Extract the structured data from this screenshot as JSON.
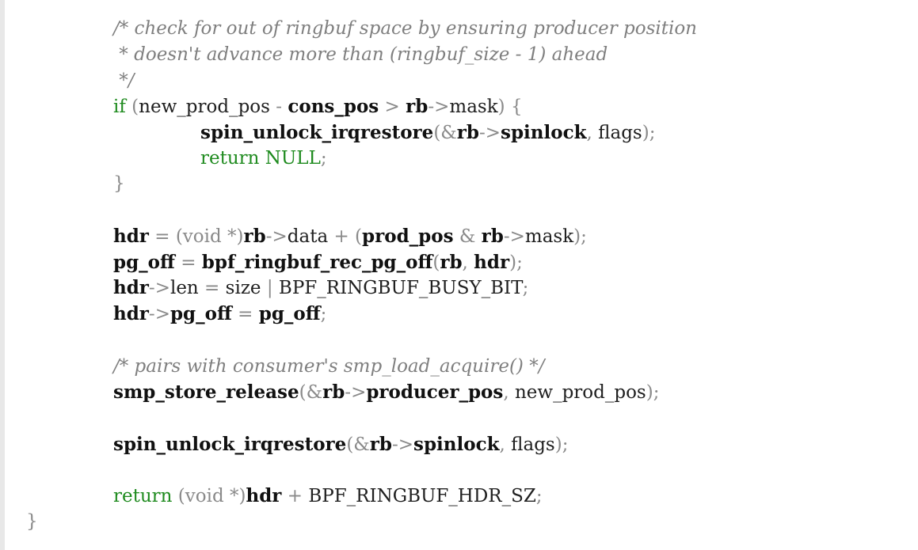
{
  "editor": {
    "code_lines": [
      {
        "id": "l1",
        "tokens": [
          {
            "t": "/* check for out of ringbuf space by ensuring producer position",
            "c": "cm"
          }
        ]
      },
      {
        "id": "l2",
        "tokens": [
          {
            "t": " * doesn't advance more than (ringbuf_size - 1) ahead",
            "c": "cm"
          }
        ]
      },
      {
        "id": "l3",
        "tokens": [
          {
            "t": " */",
            "c": "cm"
          }
        ]
      },
      {
        "id": "l4",
        "tokens": [
          {
            "t": "if",
            "c": "kw"
          },
          {
            "t": " (",
            "c": "op"
          },
          {
            "t": "new_prod_pos",
            "c": "id"
          },
          {
            "t": " - ",
            "c": "op"
          },
          {
            "t": "cons_pos",
            "c": "bd"
          },
          {
            "t": " > ",
            "c": "op"
          },
          {
            "t": "rb",
            "c": "bd"
          },
          {
            "t": "->",
            "c": "op"
          },
          {
            "t": "mask",
            "c": "id"
          },
          {
            "t": ") {",
            "c": "op"
          }
        ]
      },
      {
        "id": "l5",
        "tokens": [
          {
            "t": "spin_unlock_irqrestore",
            "c": "bd"
          },
          {
            "t": "(&",
            "c": "op"
          },
          {
            "t": "rb",
            "c": "bd"
          },
          {
            "t": "->",
            "c": "op"
          },
          {
            "t": "spinlock",
            "c": "bd"
          },
          {
            "t": ", ",
            "c": "op"
          },
          {
            "t": "flags",
            "c": "id"
          },
          {
            "t": ");",
            "c": "op"
          }
        ]
      },
      {
        "id": "l6",
        "tokens": [
          {
            "t": "return",
            "c": "kw"
          },
          {
            "t": " NULL",
            "c": "kw"
          },
          {
            "t": ";",
            "c": "op"
          }
        ]
      },
      {
        "id": "l7",
        "tokens": [
          {
            "t": "}",
            "c": "op"
          }
        ]
      },
      {
        "id": "l8",
        "tokens": [
          {
            "t": "hdr",
            "c": "bd"
          },
          {
            "t": " = (",
            "c": "op"
          },
          {
            "t": "void",
            "c": "op"
          },
          {
            "t": " *)",
            "c": "op"
          },
          {
            "t": "rb",
            "c": "bd"
          },
          {
            "t": "->",
            "c": "op"
          },
          {
            "t": "data",
            "c": "id"
          },
          {
            "t": " + (",
            "c": "op"
          },
          {
            "t": "prod_pos",
            "c": "bd"
          },
          {
            "t": " & ",
            "c": "op"
          },
          {
            "t": "rb",
            "c": "bd"
          },
          {
            "t": "->",
            "c": "op"
          },
          {
            "t": "mask",
            "c": "id"
          },
          {
            "t": ");",
            "c": "op"
          }
        ]
      },
      {
        "id": "l9",
        "tokens": [
          {
            "t": "pg_off",
            "c": "bd"
          },
          {
            "t": " = ",
            "c": "op"
          },
          {
            "t": "bpf_ringbuf_rec_pg_off",
            "c": "bd"
          },
          {
            "t": "(",
            "c": "op"
          },
          {
            "t": "rb",
            "c": "bd"
          },
          {
            "t": ", ",
            "c": "op"
          },
          {
            "t": "hdr",
            "c": "bd"
          },
          {
            "t": ");",
            "c": "op"
          }
        ]
      },
      {
        "id": "l10",
        "tokens": [
          {
            "t": "hdr",
            "c": "bd"
          },
          {
            "t": "->",
            "c": "op"
          },
          {
            "t": "len",
            "c": "id"
          },
          {
            "t": " = ",
            "c": "op"
          },
          {
            "t": "size",
            "c": "id"
          },
          {
            "t": " | ",
            "c": "op"
          },
          {
            "t": "BPF_RINGBUF_BUSY_BIT",
            "c": "pl"
          },
          {
            "t": ";",
            "c": "op"
          }
        ]
      },
      {
        "id": "l11",
        "tokens": [
          {
            "t": "hdr",
            "c": "bd"
          },
          {
            "t": "->",
            "c": "op"
          },
          {
            "t": "pg_off",
            "c": "bd"
          },
          {
            "t": " = ",
            "c": "op"
          },
          {
            "t": "pg_off",
            "c": "bd"
          },
          {
            "t": ";",
            "c": "op"
          }
        ]
      },
      {
        "id": "l12",
        "tokens": [
          {
            "t": "/* pairs with consumer's smp_load_acquire() */",
            "c": "cm"
          }
        ]
      },
      {
        "id": "l13",
        "tokens": [
          {
            "t": "smp_store_release",
            "c": "bd"
          },
          {
            "t": "(&",
            "c": "op"
          },
          {
            "t": "rb",
            "c": "bd"
          },
          {
            "t": "->",
            "c": "op"
          },
          {
            "t": "producer_pos",
            "c": "bd"
          },
          {
            "t": ", ",
            "c": "op"
          },
          {
            "t": "new_prod_pos",
            "c": "id"
          },
          {
            "t": ");",
            "c": "op"
          }
        ]
      },
      {
        "id": "l14",
        "tokens": [
          {
            "t": "spin_unlock_irqrestore",
            "c": "bd"
          },
          {
            "t": "(&",
            "c": "op"
          },
          {
            "t": "rb",
            "c": "bd"
          },
          {
            "t": "->",
            "c": "op"
          },
          {
            "t": "spinlock",
            "c": "bd"
          },
          {
            "t": ", ",
            "c": "op"
          },
          {
            "t": "flags",
            "c": "id"
          },
          {
            "t": ");",
            "c": "op"
          }
        ]
      },
      {
        "id": "l15",
        "tokens": [
          {
            "t": "return",
            "c": "kw"
          },
          {
            "t": " (",
            "c": "op"
          },
          {
            "t": "void",
            "c": "op"
          },
          {
            "t": " *)",
            "c": "op"
          },
          {
            "t": "hdr",
            "c": "bd"
          },
          {
            "t": " + ",
            "c": "op"
          },
          {
            "t": "BPF_RINGBUF_HDR_SZ",
            "c": "pl"
          },
          {
            "t": ";",
            "c": "op"
          }
        ]
      },
      {
        "id": "l16",
        "tokens": [
          {
            "t": "}",
            "c": "op"
          }
        ]
      }
    ]
  },
  "colors": {
    "keyword": "#1f8b1f",
    "comment": "#7f7f7f",
    "operator": "#8a8a8a",
    "identifier": "#202020",
    "background": "#ffffff",
    "gutter": "#e8e8e8"
  }
}
